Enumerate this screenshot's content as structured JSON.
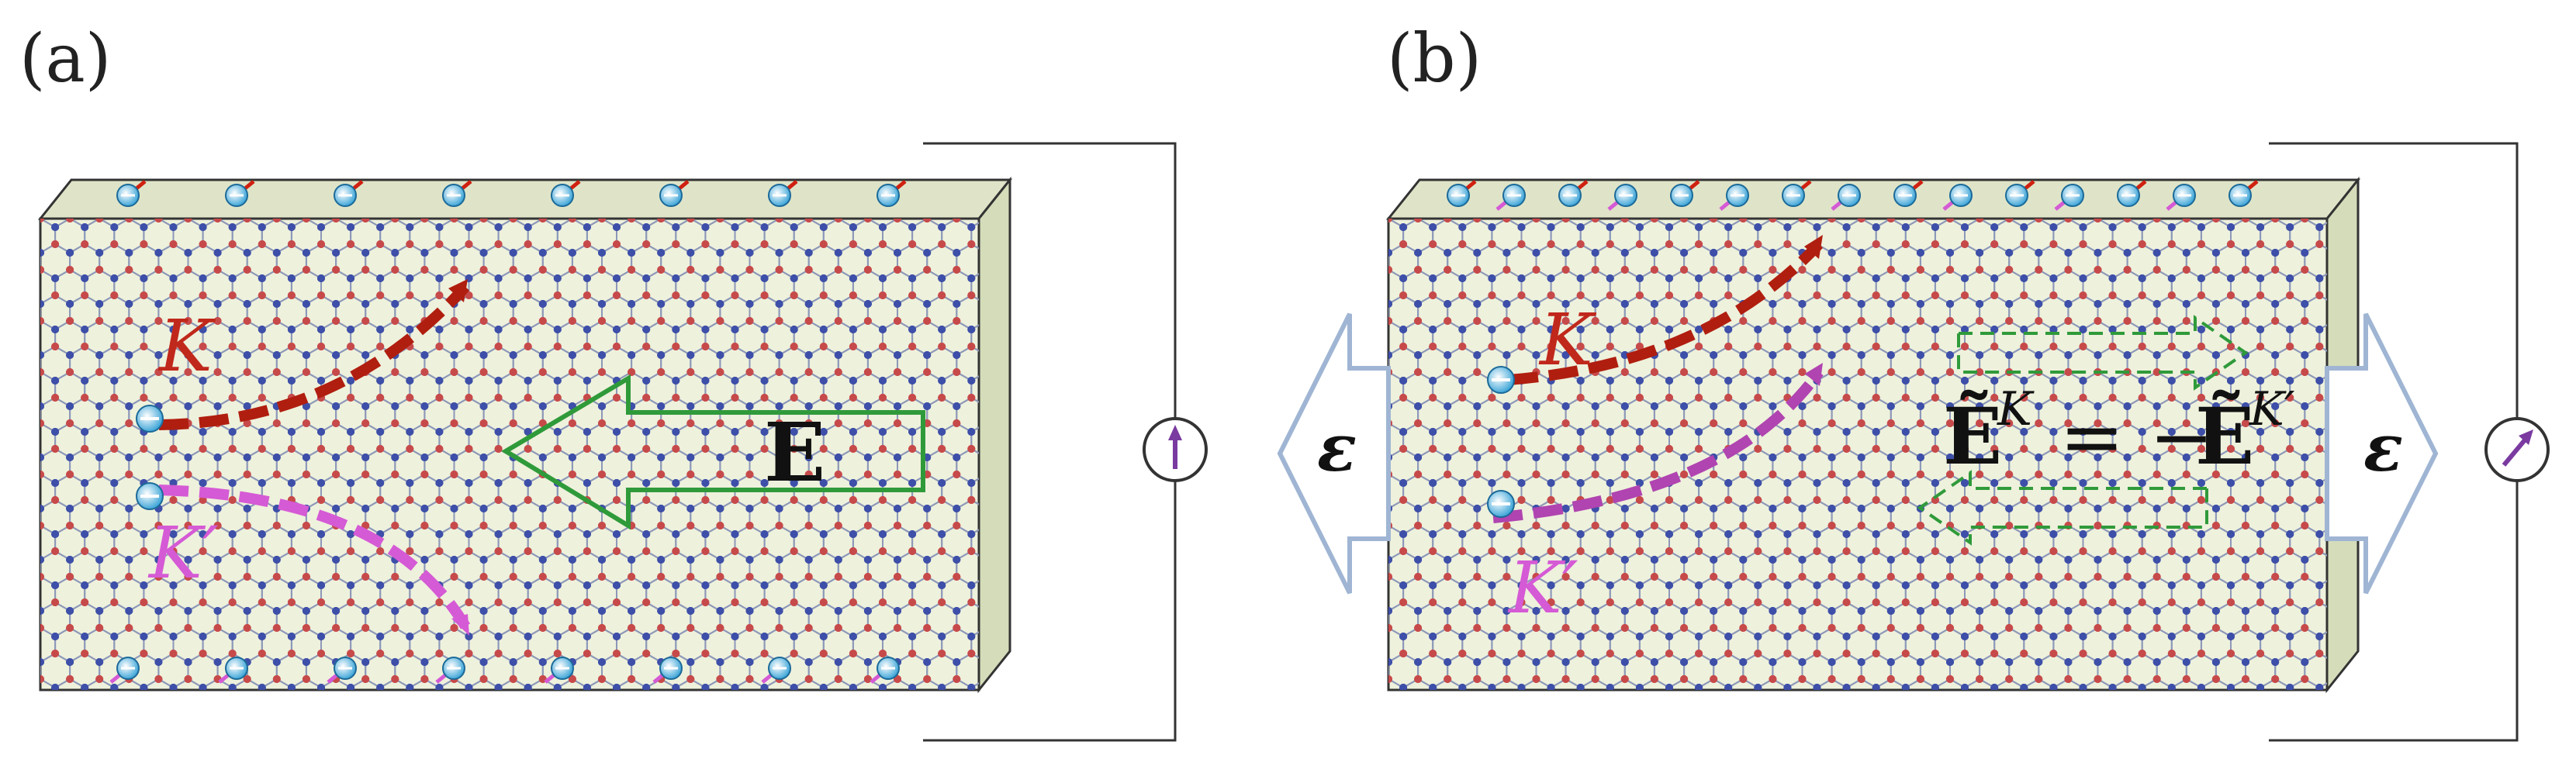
{
  "panels": [
    {
      "label": "(a)",
      "k_label": "K",
      "kp_label": "K′",
      "field_label": "E"
    },
    {
      "label": "(b)",
      "k_label": "K",
      "kp_label": "K′",
      "eps_left": "ε",
      "eps_right": "ε",
      "formula": {
        "lhs": "Ẽ",
        "lhs_sup": "K",
        "eq": "= −",
        "rhs": "Ẽ",
        "rhs_sup": "K′"
      }
    }
  ],
  "colors": {
    "slab_face": "#eef1dc",
    "slab_side": "#d4dcba",
    "k_valley": "#b01e0f",
    "kp_valley": "#d55ad5",
    "field_arrow": "#2f9a3a",
    "strain_arrow": "#9fb5d3",
    "lattice_red": "#c74a4a",
    "lattice_blue": "#3d4fa8",
    "electron_blue": "#3fa6d8",
    "meter_needle": "#7a3aa0"
  }
}
